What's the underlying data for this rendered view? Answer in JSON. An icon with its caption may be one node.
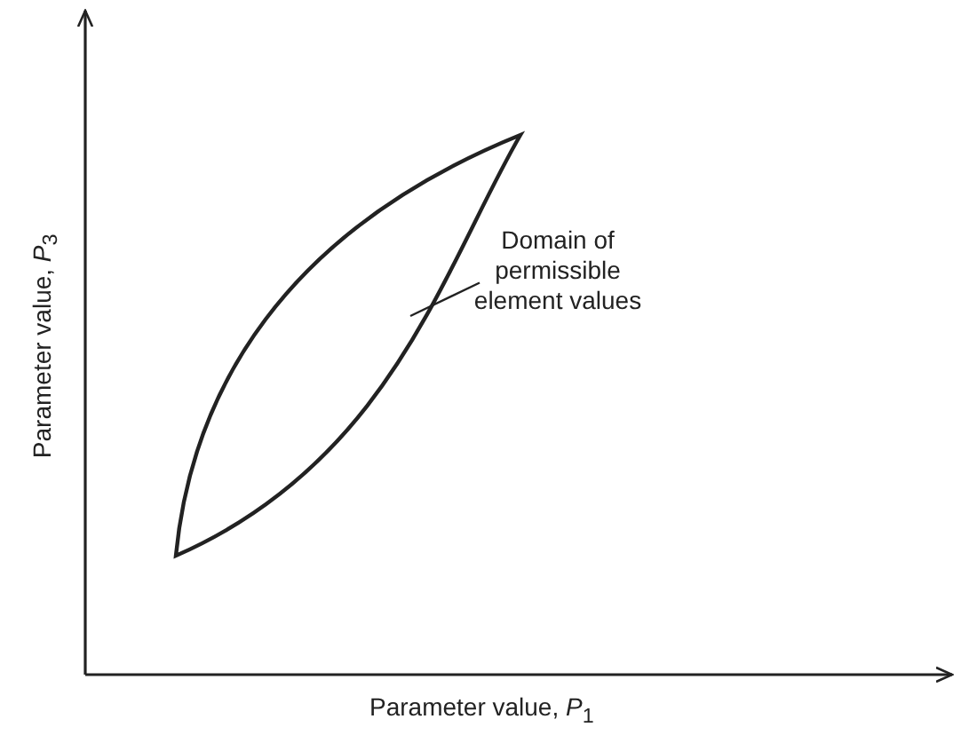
{
  "diagram": {
    "nodes": [
      {
        "text": [
          "Domain of permissible element values"
        ]
      },
      {
        "text": [],
        "shape": "lens"
      }
    ],
    "edges": [
      {
        "from": 0,
        "to": 1,
        "arrow": "none"
      }
    ],
    "labels": [
      "Parameter value, *P*$_{3}$",
      "Parameter value, *P*$_{1}$"
    ]
  }
}
